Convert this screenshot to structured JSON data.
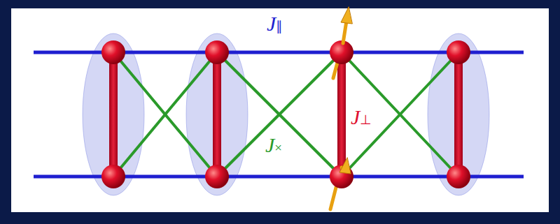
{
  "diagram": {
    "labels": [
      "J∥",
      "J⊥",
      "J×"
    ]
  }
}
